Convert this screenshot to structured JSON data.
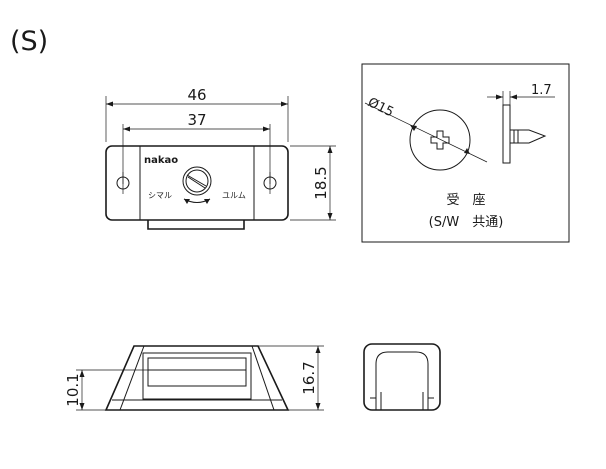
{
  "title": "(S)",
  "logo": "nakao",
  "dims": {
    "overall_width": "46",
    "hole_pitch": "37",
    "height_top": "18.5",
    "side_height": "16.7",
    "side_inner": "10.1",
    "plate_thickness": "1.7",
    "plate_diameter": "Ø15"
  },
  "labels": {
    "left_dir": "シマル",
    "right_dir": "ユルム",
    "part_name": "受　座",
    "part_note": "(S/W　共通)"
  },
  "colors": {
    "line": "#1a1a1a",
    "background": "#ffffff"
  }
}
